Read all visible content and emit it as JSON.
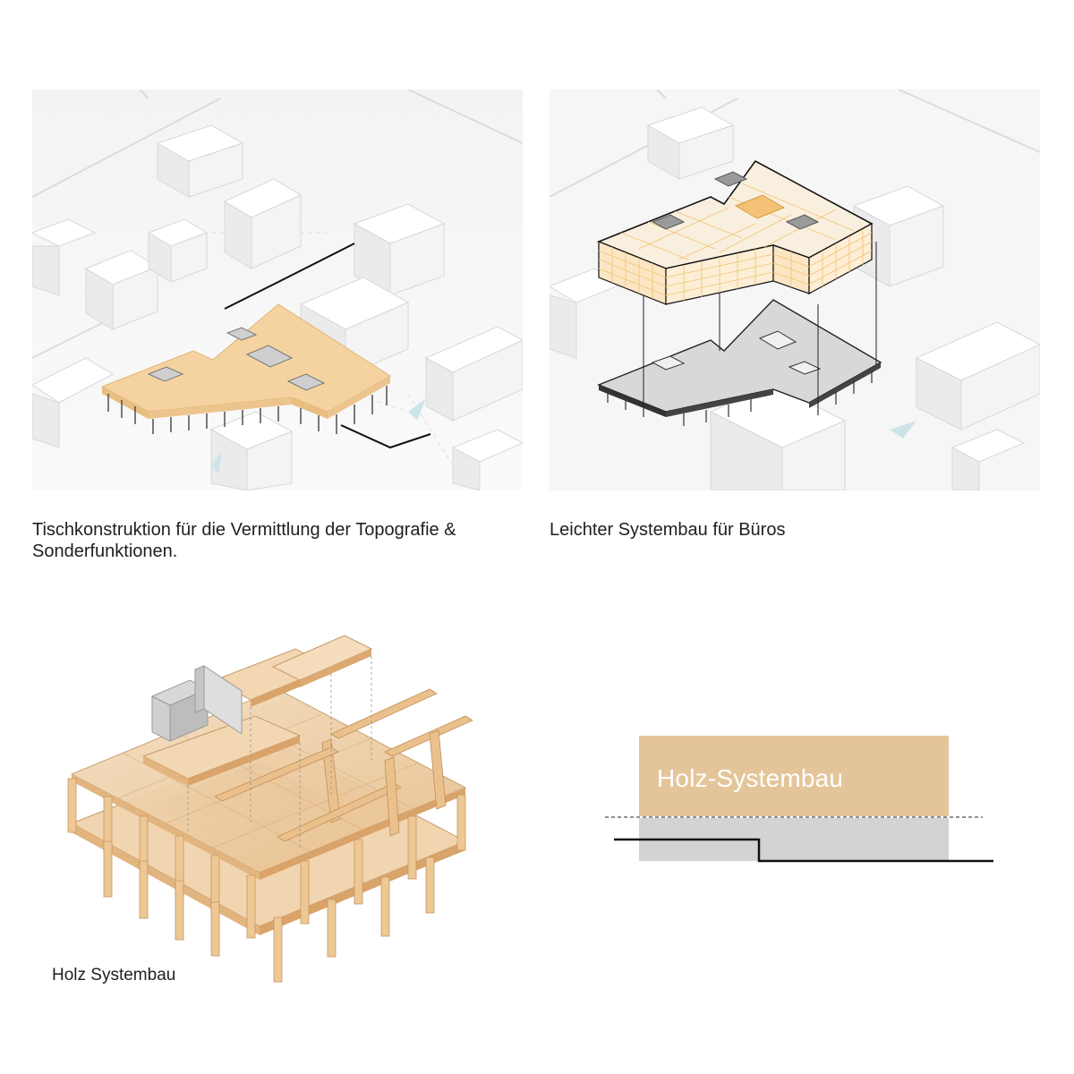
{
  "panels": {
    "top_left": {
      "caption": "Tischkonstruktion für die Vermittlung der Topografie & Sonderfunktionen."
    },
    "top_right": {
      "caption": "Leichter Systembau für Büros"
    },
    "bottom_left": {
      "caption": "Holz Systembau"
    },
    "bottom_right": {
      "label": "Holz-Systembau"
    }
  },
  "colors": {
    "wood_orange": "#f5d3a0",
    "wood_light": "#f1d5b0",
    "wood_dark": "#d9a36a",
    "section_block": "#e4c59a",
    "section_base": "#d3d3d3",
    "context_building": "#ebebeb",
    "grid_orange": "#f2c370"
  }
}
